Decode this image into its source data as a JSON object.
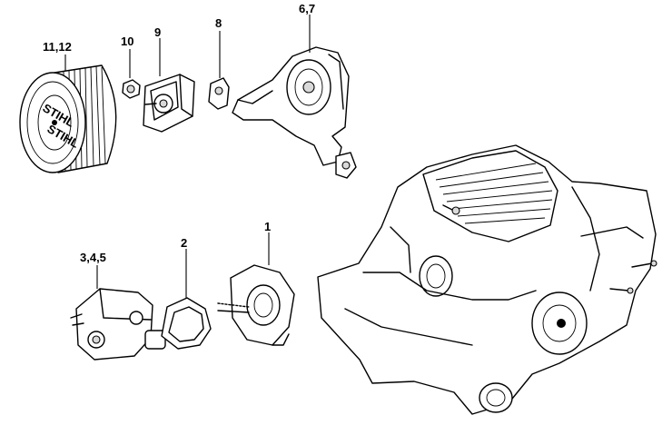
{
  "callouts": [
    {
      "id": "air-filter",
      "label": "11,12"
    },
    {
      "id": "nut",
      "label": "10"
    },
    {
      "id": "baffle",
      "label": "9"
    },
    {
      "id": "bracket",
      "label": "8"
    },
    {
      "id": "filter-base",
      "label": "6,7"
    },
    {
      "id": "carburetor",
      "label": "3,4,5"
    },
    {
      "id": "gasket",
      "label": "2"
    },
    {
      "id": "manifold",
      "label": "1"
    }
  ],
  "filter_text": [
    "STIHL",
    "STIHL"
  ],
  "colors": {
    "line": "#000000",
    "background": "#ffffff",
    "shade": "#d9d9d9"
  }
}
